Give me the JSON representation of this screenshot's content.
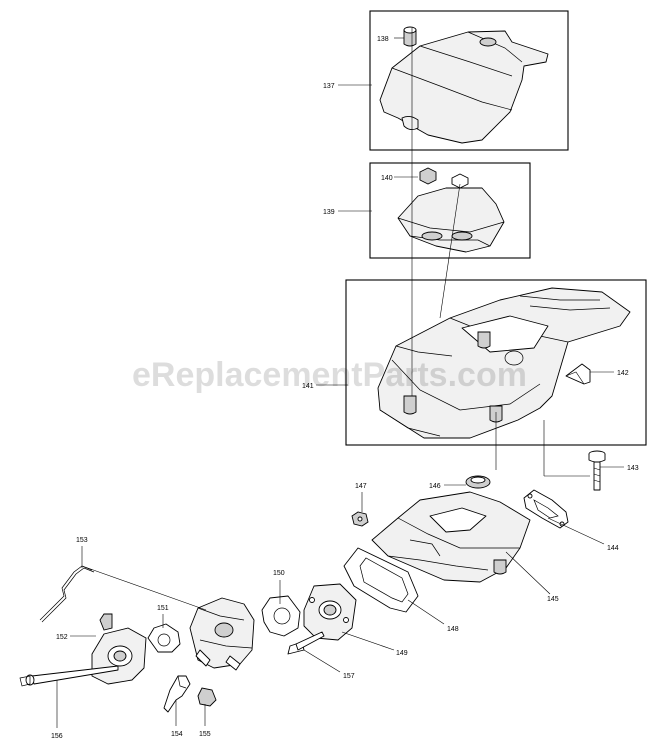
{
  "watermark": "eReplacementParts.com",
  "callouts": {
    "c137": "137",
    "c138": "138",
    "c139": "139",
    "c140": "140",
    "c141": "141",
    "c142": "142",
    "c143": "143",
    "c144": "144",
    "c145": "145",
    "c146": "146",
    "c147": "147",
    "c148": "148",
    "c149": "149",
    "c150": "150",
    "c151": "151",
    "c152": "152",
    "c153": "153",
    "c154": "154",
    "c155": "155",
    "c156": "156",
    "c157": "157"
  }
}
